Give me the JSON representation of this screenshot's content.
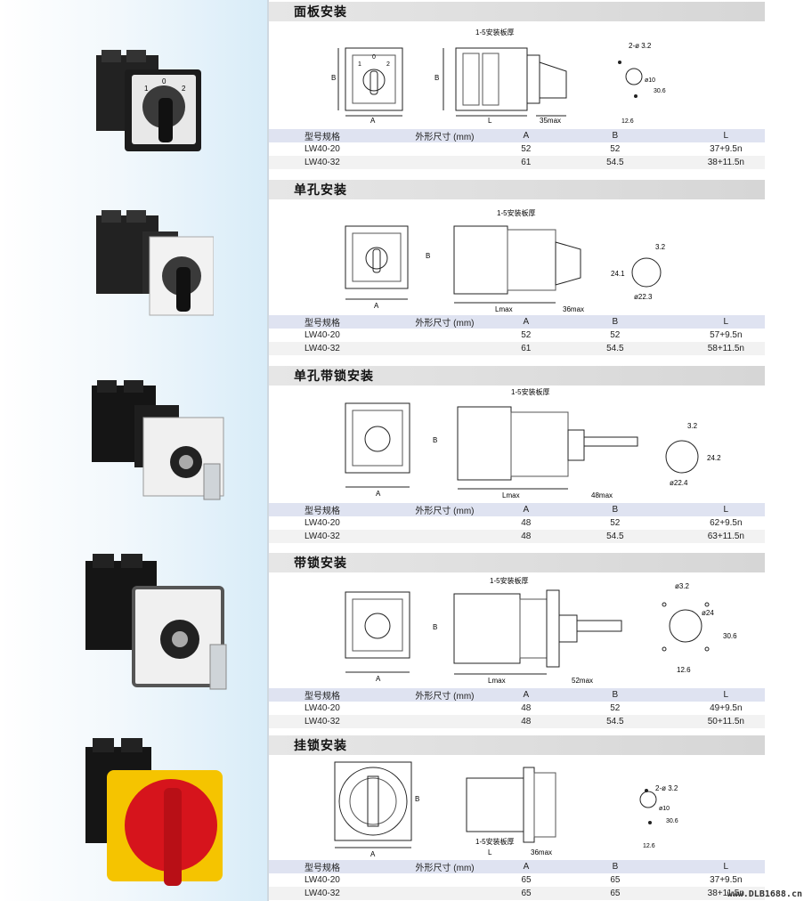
{
  "sections": [
    {
      "title": "面板安装",
      "dim_labels": {
        "thickness": "1-5安装板厚",
        "a": "A",
        "b": "B",
        "l": "L",
        "max": "35max",
        "holes": "2-ø 3.2",
        "h1": "ø10",
        "h2": "30.6",
        "h3": "12.6"
      },
      "table": {
        "headers": [
          "型号规格",
          "外形尺寸 (mm)",
          "A",
          "B",
          "L"
        ],
        "rows": [
          [
            "LW40-20",
            "",
            "52",
            "52",
            "37+9.5n"
          ],
          [
            "LW40-32",
            "",
            "61",
            "54.5",
            "38+11.5n"
          ]
        ]
      }
    },
    {
      "title": "单孔安装",
      "dim_labels": {
        "thickness": "1-5安装板厚",
        "a": "A",
        "b": "B",
        "l": "Lmax",
        "max": "36max",
        "d1": "3.2",
        "d2": "24.1",
        "d3": "ø22.3"
      },
      "table": {
        "headers": [
          "型号规格",
          "外形尺寸 (mm)",
          "A",
          "B",
          "L"
        ],
        "rows": [
          [
            "LW40-20",
            "",
            "52",
            "52",
            "57+9.5n"
          ],
          [
            "LW40-32",
            "",
            "61",
            "54.5",
            "58+11.5n"
          ]
        ]
      }
    },
    {
      "title": "单孔带锁安装",
      "dim_labels": {
        "thickness": "1-5安装板厚",
        "a": "A",
        "b": "B",
        "l": "Lmax",
        "max": "48max",
        "d1": "3.2",
        "d2": "24.2",
        "d3": "ø22.4"
      },
      "table": {
        "headers": [
          "型号规格",
          "外形尺寸 (mm)",
          "A",
          "B",
          "L"
        ],
        "rows": [
          [
            "LW40-20",
            "",
            "48",
            "52",
            "62+9.5n"
          ],
          [
            "LW40-32",
            "",
            "48",
            "54.5",
            "63+11.5n"
          ]
        ]
      }
    },
    {
      "title": "带锁安装",
      "dim_labels": {
        "thickness": "1-5安装板厚",
        "a": "A",
        "b": "B",
        "l": "Lmax",
        "max": "52max",
        "d1": "ø3.2",
        "d2": "ø24",
        "d3": "30.6",
        "d4": "12.6"
      },
      "table": {
        "headers": [
          "型号规格",
          "外形尺寸 (mm)",
          "A",
          "B",
          "L"
        ],
        "rows": [
          [
            "LW40-20",
            "",
            "48",
            "52",
            "49+9.5n"
          ],
          [
            "LW40-32",
            "",
            "48",
            "54.5",
            "50+11.5n"
          ]
        ]
      }
    },
    {
      "title": "挂锁安装",
      "dim_labels": {
        "thickness": "1-5安装板厚",
        "a": "A",
        "b": "B",
        "l": "L",
        "max": "36max",
        "holes": "2-ø 3.2",
        "h1": "ø10",
        "h2": "30.6",
        "h3": "12.6"
      },
      "table": {
        "headers": [
          "型号规格",
          "外形尺寸 (mm)",
          "A",
          "B",
          "L"
        ],
        "rows": [
          [
            "LW40-20",
            "",
            "65",
            "65",
            "37+9.5n"
          ],
          [
            "LW40-32",
            "",
            "65",
            "65",
            "38+11.5n"
          ]
        ]
      }
    }
  ],
  "switch_labels": {
    "zero": "0",
    "one": "1",
    "two": "2"
  },
  "watermark": "www.DLB1688.cn",
  "colors": {
    "section_header": "#d9d9d9",
    "table_header": "#dfe3f1",
    "left_gradient": "#d8ecf8",
    "yellow": "#f5c400",
    "red": "#d6141c"
  }
}
